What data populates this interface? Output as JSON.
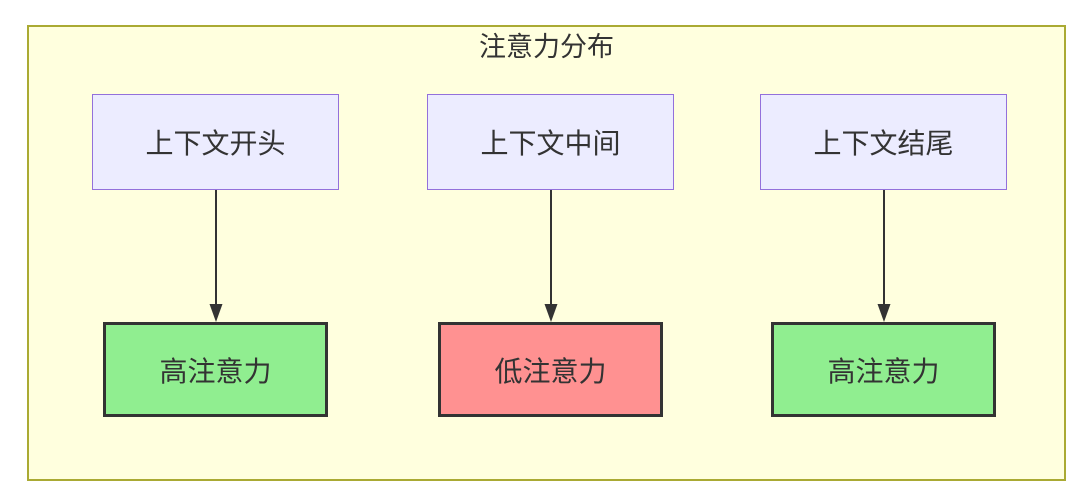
{
  "diagram": {
    "title": "注意力分布",
    "columns": [
      {
        "source": "上下文开头",
        "connector": "arrow-down",
        "target": "高注意力",
        "target_type": "high"
      },
      {
        "source": "上下文中间",
        "connector": "arrow-down",
        "target": "低注意力",
        "target_type": "low"
      },
      {
        "source": "上下文结尾",
        "connector": "arrow-down",
        "target": "高注意力",
        "target_type": "high"
      }
    ],
    "colors": {
      "container_fill": "#ffffde",
      "container_border": "#aaaa33",
      "source_fill": "#ececff",
      "source_border": "#9370db",
      "high_fill": "#90ee90",
      "low_fill": "#ff9191",
      "target_border": "#333333",
      "arrow": "#333333",
      "text": "#333333"
    }
  }
}
